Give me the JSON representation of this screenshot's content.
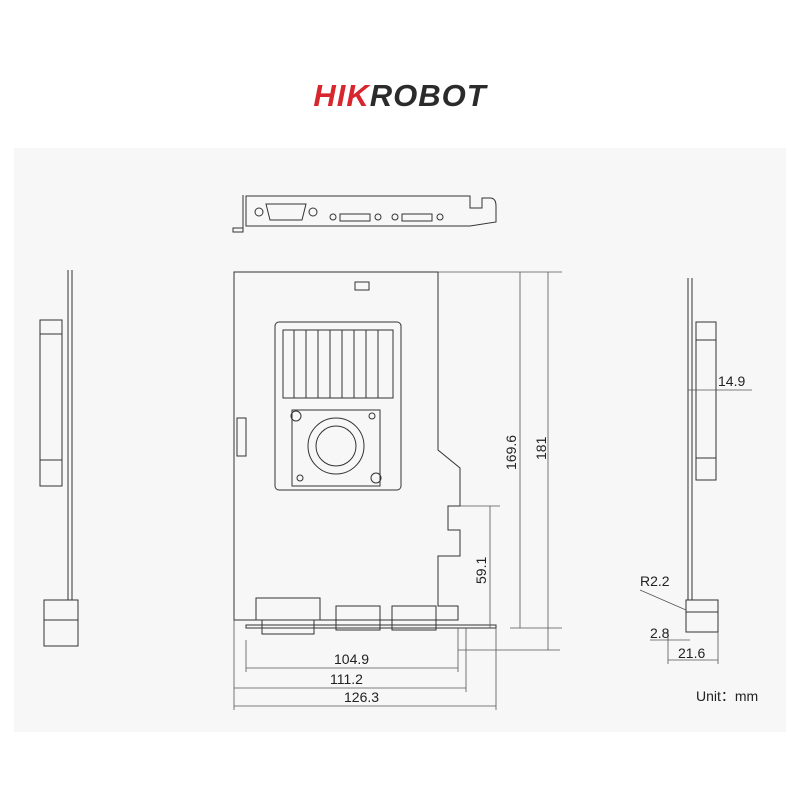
{
  "logo": {
    "part1": "HIK",
    "part2": "ROBOT",
    "accent_color": "#d8262f",
    "text_color": "#2b2b2b"
  },
  "dimensions": {
    "height_board": "169.6",
    "height_total": "181",
    "height_lower": "59.1",
    "width_a": "104.9",
    "width_b": "111.2",
    "width_c": "126.3",
    "thickness": "14.9",
    "radius": "R2.2",
    "offset": "2.8",
    "bracket_depth": "21.6"
  },
  "unit_label": "Unit：mm"
}
